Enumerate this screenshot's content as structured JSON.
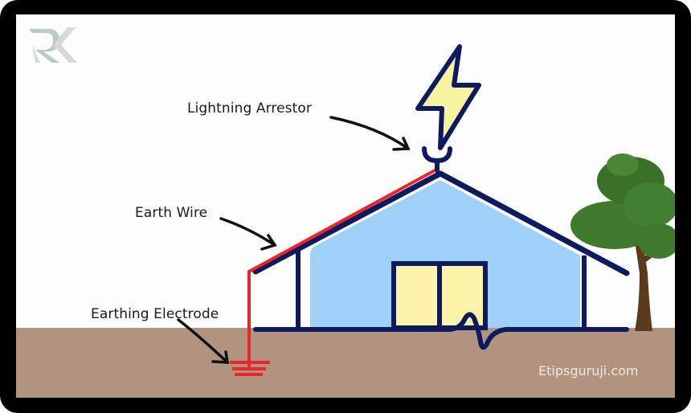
{
  "diagram": {
    "title": "Lightning protection / earthing system",
    "labels": {
      "lightning_arrestor": "Lightning Arrestor",
      "earth_wire": "Earth Wire",
      "earthing_electrode": "Earthing Electrode"
    },
    "watermark": "Etipsguruji.com",
    "logo_text": "RK",
    "colors": {
      "frame": "#000000",
      "sky": "#fdfdfd",
      "ground": "#b1947f",
      "house_fill": "#9fd0f8",
      "outline": "#0e1a5e",
      "earth_wire": "#e8262b",
      "door": "#fbf3a8",
      "bolt": "#f8f3a0",
      "tree_leaves": "#3f7a2c",
      "tree_trunk": "#5b3b1d",
      "arrow": "#111111"
    },
    "components": [
      {
        "id": "bolt",
        "name": "lightning bolt"
      },
      {
        "id": "arrestor",
        "name": "lightning arrestor cup"
      },
      {
        "id": "roof",
        "name": "house roof"
      },
      {
        "id": "earth-wire",
        "name": "earth wire"
      },
      {
        "id": "electrode",
        "name": "earthing electrode"
      },
      {
        "id": "door",
        "name": "double door"
      },
      {
        "id": "tree",
        "name": "tree"
      }
    ]
  }
}
